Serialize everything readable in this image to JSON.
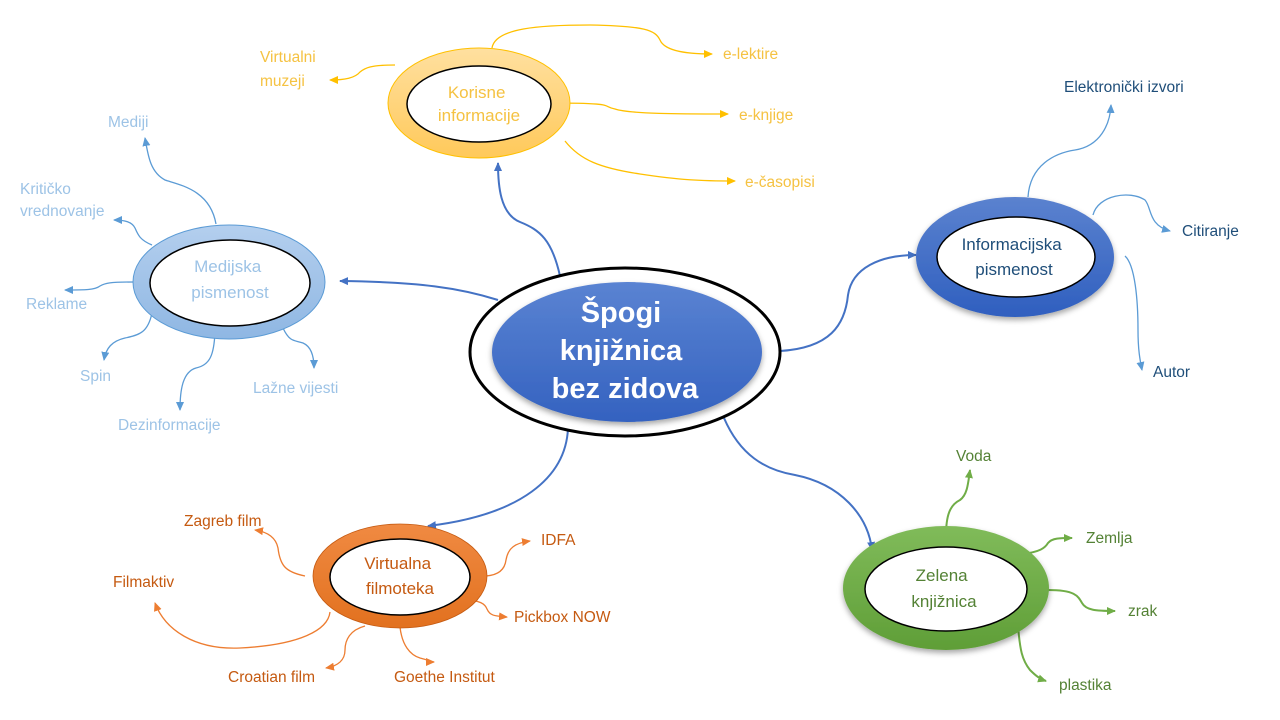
{
  "title": "Špogi knjižnica bez zidova",
  "center": {
    "lines": [
      "Špogi",
      "knjižnica",
      "bez zidova"
    ],
    "color": "#4472c4"
  },
  "connector_color": "#4472c4",
  "branches": [
    {
      "id": "korisne",
      "lines": [
        "Korisne",
        "informacije"
      ],
      "ring_color": "#ffd27f",
      "text_color": "#f5c242",
      "line_color": "#ffc000",
      "leaves": [
        {
          "id": "virtualni-muzeji",
          "lines": [
            "Virtualni",
            "muzeji"
          ]
        },
        {
          "id": "e-lektire",
          "lines": [
            "e-lektire"
          ]
        },
        {
          "id": "e-knjige",
          "lines": [
            "e-knjige"
          ]
        },
        {
          "id": "e-casopisi",
          "lines": [
            "e-časopisi"
          ]
        }
      ]
    },
    {
      "id": "medijska",
      "lines": [
        "Medijska",
        "pismenost"
      ],
      "ring_color": "#9dc3e6",
      "text_color": "#9dc3e6",
      "line_color": "#5b9bd5",
      "leaves": [
        {
          "id": "mediji",
          "lines": [
            "Mediji"
          ]
        },
        {
          "id": "kriticko",
          "lines": [
            "Kritičko",
            "vrednovanje"
          ]
        },
        {
          "id": "reklame",
          "lines": [
            "Reklame"
          ]
        },
        {
          "id": "spin",
          "lines": [
            "Spin"
          ]
        },
        {
          "id": "dezinformacije",
          "lines": [
            "Dezinformacije"
          ]
        },
        {
          "id": "lazne-vijesti",
          "lines": [
            "Lažne vijesti"
          ]
        }
      ]
    },
    {
      "id": "informacijska",
      "lines": [
        "Informacijska",
        "pismenost"
      ],
      "ring_color": "#4472c4",
      "text_color": "#1f4e79",
      "line_color": "#5b9bd5",
      "leaves": [
        {
          "id": "elektronicki-izvori",
          "lines": [
            "Elektronički izvori"
          ]
        },
        {
          "id": "citiranje",
          "lines": [
            "Citiranje"
          ]
        },
        {
          "id": "autor",
          "lines": [
            "Autor"
          ]
        }
      ]
    },
    {
      "id": "filmoteka",
      "lines": [
        "Virtualna",
        "filmoteka"
      ],
      "ring_color": "#ed7d31",
      "text_color": "#c55a11",
      "line_color": "#ed7d31",
      "leaves": [
        {
          "id": "zagreb-film",
          "lines": [
            "Zagreb film"
          ]
        },
        {
          "id": "filmaktiv",
          "lines": [
            "Filmaktiv"
          ]
        },
        {
          "id": "croatian-film",
          "lines": [
            "Croatian film"
          ]
        },
        {
          "id": "goethe-institut",
          "lines": [
            "Goethe Institut"
          ]
        },
        {
          "id": "idfa",
          "lines": [
            "IDFA"
          ]
        },
        {
          "id": "pickbox-now",
          "lines": [
            "Pickbox NOW"
          ]
        }
      ]
    },
    {
      "id": "zelena",
      "lines": [
        "Zelena",
        "knjižnica"
      ],
      "ring_color": "#70ad47",
      "text_color": "#548235",
      "line_color": "#70ad47",
      "leaves": [
        {
          "id": "voda",
          "lines": [
            "Voda"
          ]
        },
        {
          "id": "zemlja",
          "lines": [
            "Zemlja"
          ]
        },
        {
          "id": "zrak",
          "lines": [
            "zrak"
          ]
        },
        {
          "id": "plastika",
          "lines": [
            "plastika"
          ]
        }
      ]
    }
  ]
}
